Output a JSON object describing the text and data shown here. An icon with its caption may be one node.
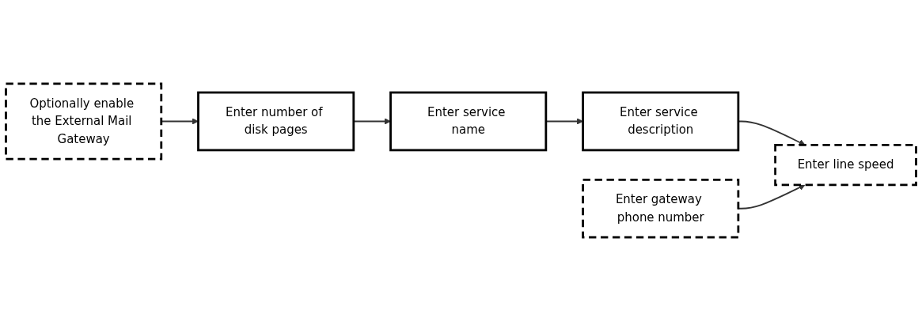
{
  "diagram": {
    "nodes": [
      {
        "text": [
          "Optionally enable the External Mail Gateway"
        ]
      },
      {
        "text": [
          "Enter number of disk pages"
        ]
      },
      {
        "text": [
          "Enter service name"
        ]
      },
      {
        "text": [
          "Enter service description"
        ]
      },
      {
        "text": [
          "Enter gateway phone number"
        ]
      },
      {
        "text": [
          "Enter line speed"
        ]
      }
    ],
    "edges": [
      {
        "from": 0,
        "to": 1,
        "arrow": "to"
      },
      {
        "from": 1,
        "to": 2,
        "arrow": "to"
      },
      {
        "from": 2,
        "to": 3,
        "arrow": "to"
      },
      {
        "from": 3,
        "to": 5,
        "arrow": "to"
      },
      {
        "from": 4,
        "to": 5,
        "arrow": "to"
      }
    ]
  }
}
